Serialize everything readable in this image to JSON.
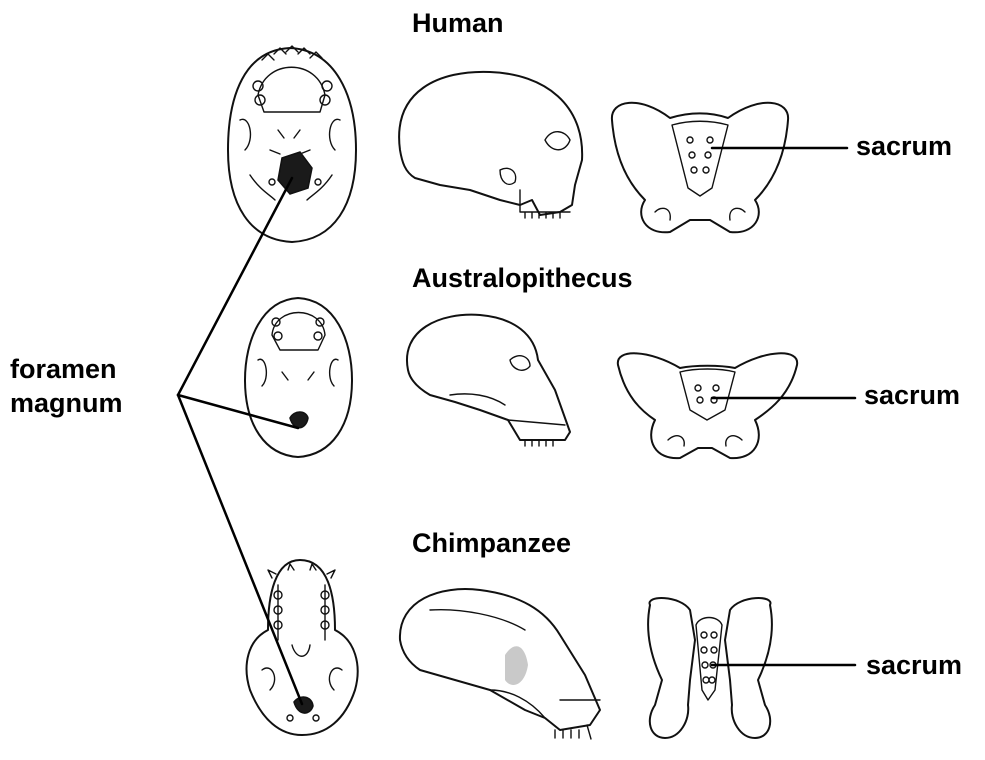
{
  "rows": [
    {
      "title": "Human",
      "side_label": "sacrum"
    },
    {
      "title": "Australopithecus",
      "side_label": "sacrum"
    },
    {
      "title": "Chimpanzee",
      "side_label": "sacrum"
    }
  ],
  "foramen_label": {
    "line1": "foramen",
    "line2": "magnum"
  }
}
